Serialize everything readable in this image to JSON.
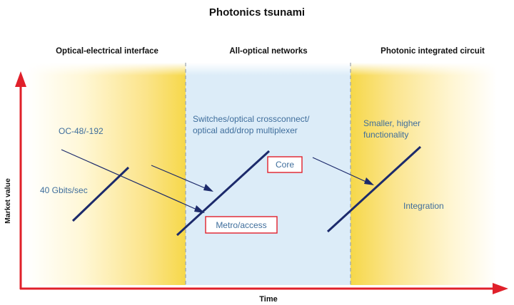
{
  "title": "Photonics tsunami",
  "sections": {
    "left": "Optical-electrical interface",
    "middle": "All-optical networks",
    "right": "Photonic integrated circuit"
  },
  "axes": {
    "y_label": "Market value",
    "x_label": "Time"
  },
  "annotations": {
    "oc": "OC-48/-192",
    "forty_g": "40 Gbits/sec",
    "switches_line1": "Switches/optical crossconnect/",
    "switches_line2": "optical add/drop multiplexer",
    "core": "Core",
    "metro": "Metro/access",
    "smaller_line1": "Smaller, higher",
    "smaller_line2": "functionality",
    "integration": "Integration"
  },
  "colors": {
    "axis_red": "#e0202a",
    "trend_navy": "#1c2a6b",
    "text_blue": "#3f6e9c",
    "middle_fill": "#dcecf8",
    "yellow": "#f6d84a",
    "box_border": "#e0202a"
  }
}
